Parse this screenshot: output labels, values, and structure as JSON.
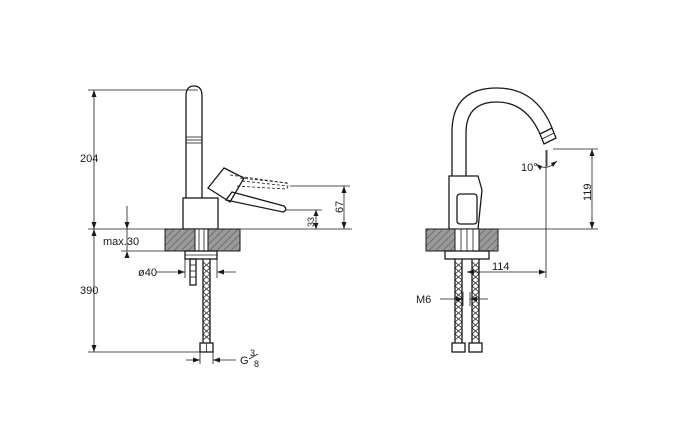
{
  "colors": {
    "line": "#1a1a1a",
    "background": "#ffffff",
    "hatch_fill": "#9a9a9a"
  },
  "left_view": {
    "dim_total_height": "204",
    "dim_below_counter": "390",
    "dim_max_thickness": "max.30",
    "dim_diameter": "ø40",
    "dim_lever_height": "67",
    "dim_lever_offset": "33",
    "dim_thread_main": "G",
    "dim_thread_num": "3",
    "dim_thread_den": "8"
  },
  "right_view": {
    "dim_angle": "10°",
    "dim_outlet_height": "119",
    "dim_reach": "114",
    "dim_stud": "M6"
  }
}
